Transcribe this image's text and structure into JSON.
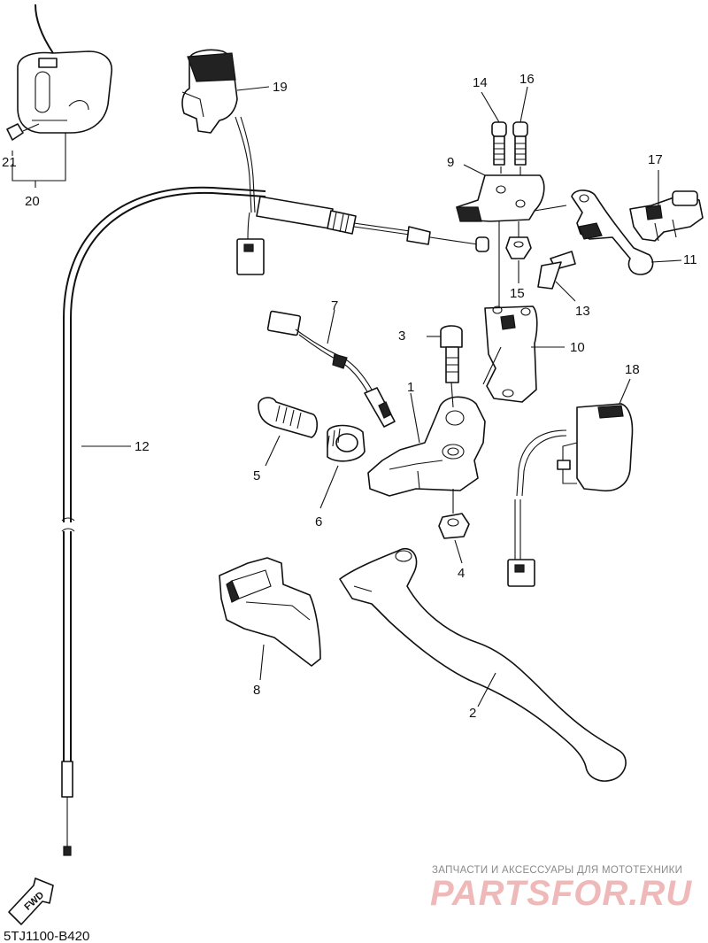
{
  "diagram_code": "5TJ1100-B420",
  "fwd_label": "FWD",
  "watermark": {
    "tagline": "ЗАПЧАСТИ И АКСЕССУАРЫ ДЛЯ МОТОТЕХНИКИ",
    "brand": "PARTSFOR.RU"
  },
  "callouts": {
    "c1": "1",
    "c2": "2",
    "c3": "3",
    "c4": "4",
    "c5": "5",
    "c6": "6",
    "c7": "7",
    "c8": "8",
    "c9": "9",
    "c10": "10",
    "c11": "11",
    "c12": "12",
    "c13": "13",
    "c14": "14",
    "c15": "15",
    "c16": "16",
    "c17": "17",
    "c18": "18",
    "c19": "19",
    "c20": "20",
    "c21": "21"
  }
}
